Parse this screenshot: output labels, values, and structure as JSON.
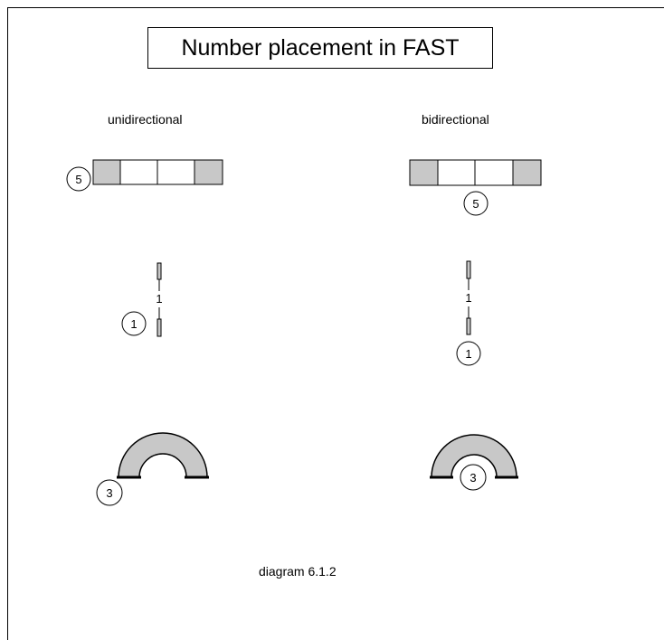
{
  "title": "Number placement in FAST",
  "columns": {
    "left_label": "unidirectional",
    "right_label": "bidirectional"
  },
  "caption": "diagram 6.1.2",
  "examples": {
    "uni_block_number": "5",
    "bi_block_number": "5",
    "uni_link_length": "1",
    "uni_link_number": "1",
    "bi_link_length": "1",
    "bi_link_number": "1",
    "uni_arc_number": "3",
    "bi_arc_number": "3"
  },
  "colors": {
    "shaded_fill": "#c8c8c8",
    "line": "#000000",
    "background": "#ffffff"
  }
}
